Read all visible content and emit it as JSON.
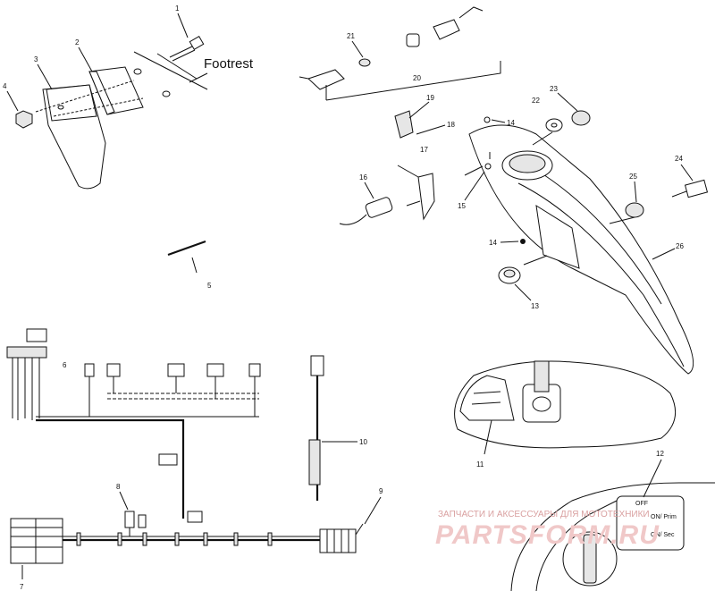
{
  "diagram": {
    "footrest_label": "Footrest",
    "part_numbers": [
      "1",
      "2",
      "3",
      "4",
      "5",
      "6",
      "7",
      "8",
      "9",
      "10",
      "11",
      "12",
      "13",
      "14",
      "14",
      "15",
      "16",
      "17",
      "18",
      "19",
      "20",
      "21",
      "22",
      "23",
      "24",
      "25",
      "26"
    ],
    "switch_labels": {
      "off": "OFF",
      "on_prim": "ON/ Prim",
      "on_sec": "ON/ Sec"
    },
    "watermark": {
      "line1": "ЗАПЧАСТИ И АКСЕССУАРЫ ДЛЯ МОТОТЕХНИКИ",
      "brand": "PARTSFORM.RU"
    }
  }
}
